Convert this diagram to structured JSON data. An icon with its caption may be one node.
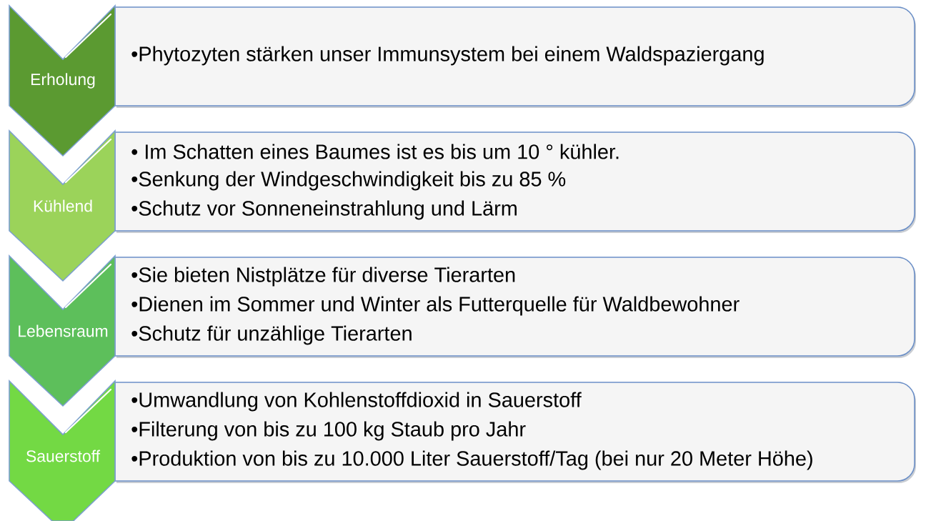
{
  "diagram": {
    "nodes": [
      {
        "text": [
          "Erholung"
        ]
      },
      {
        "text": [
          "•Phytozyten stärken unser Immunsystem bei einem Waldspaziergang"
        ]
      },
      {
        "text": [
          "Kühlend"
        ]
      },
      {
        "text": [
          "• Im Schatten eines Baumes ist es bis um 10 ° kühler.",
          "•Senkung der Windgeschwindigkeit bis zu 85 %",
          "•Schutz vor Sonneneinstrahlung und Lärm"
        ]
      },
      {
        "text": [
          "Lebensraum"
        ]
      },
      {
        "text": [
          "•Sie bieten Nistplätze für diverse Tierarten",
          "•Dienen im Sommer und Winter als Futterquelle für Waldbewohner",
          "•Schutz für unzählige Tierarten"
        ]
      },
      {
        "text": [
          "Sauerstoff"
        ]
      },
      {
        "text": [
          "•Umwandlung von Kohlenstoffdioxid in Sauerstoff",
          "•Filterung von bis zu 100 kg Staub pro Jahr",
          "•Produktion von bis zu 10.000 Liter Sauerstoff/Tag (bei nur 20 Meter Höhe)"
        ]
      }
    ]
  }
}
